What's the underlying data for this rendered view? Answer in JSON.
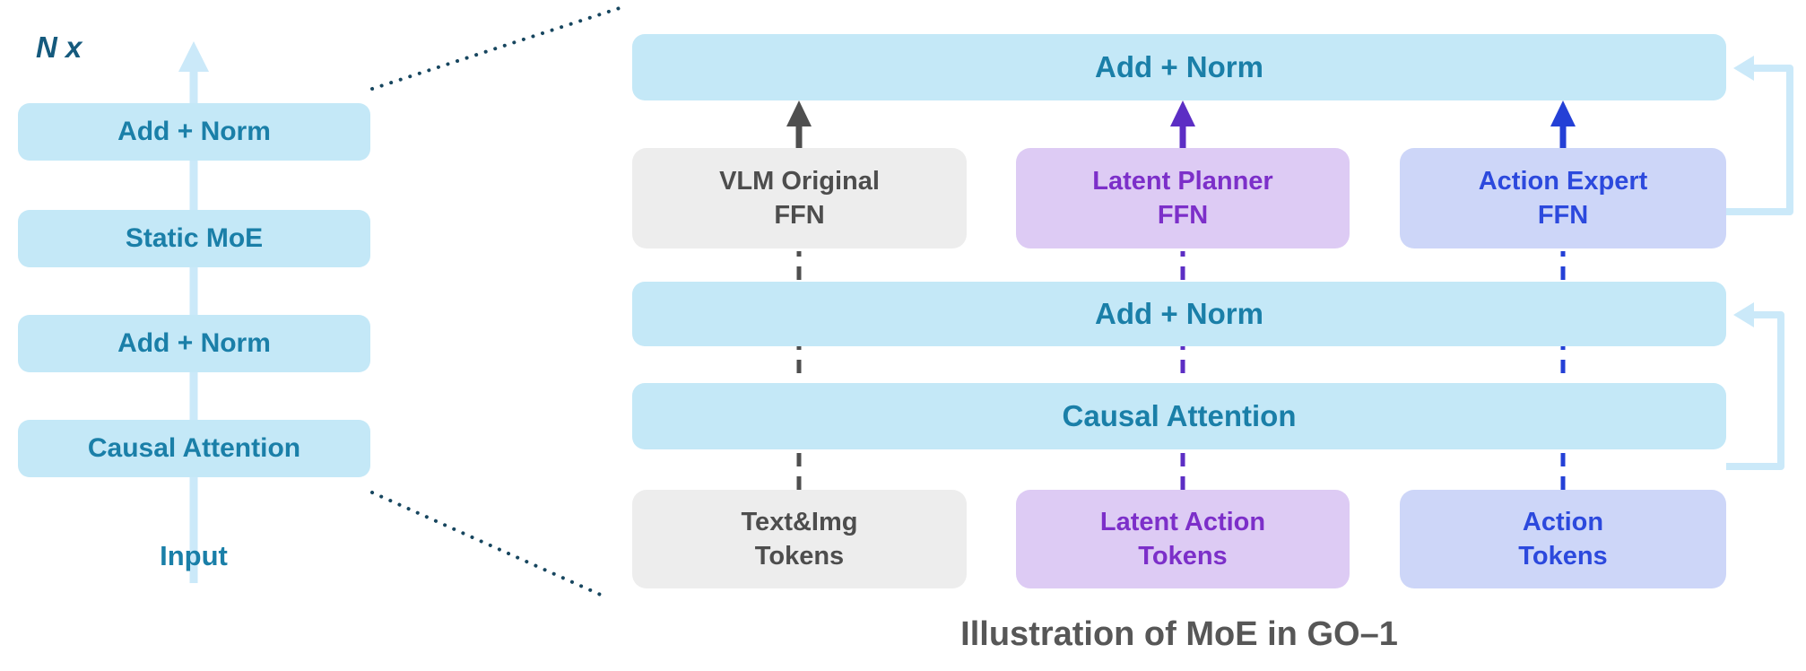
{
  "colors": {
    "light_blue_box": "#c4e8f7",
    "teal_text": "#1a7fa8",
    "gray_box": "#ededed",
    "gray_text": "#4d4d4d",
    "purple_box": "#ddcbf4",
    "purple_text": "#7c2fc9",
    "lavender_box": "#cdd6f8",
    "blue_text": "#2c49dd",
    "flow_arrow_blue": "#cbe9f9",
    "dotted_guide_navy": "#17465f",
    "arrow_gray": "#4f4f4f",
    "arrow_purple": "#5c2ec4",
    "arrow_blue": "#2440d6",
    "caption_gray": "#575757"
  },
  "left_stack": {
    "multiplier_label": "N x",
    "blocks": [
      {
        "label": "Add + Norm"
      },
      {
        "label": "Static MoE"
      },
      {
        "label": "Add + Norm"
      },
      {
        "label": "Causal Attention"
      }
    ],
    "input_label": "Input"
  },
  "detail_panel": {
    "add_norm_top": "Add + Norm",
    "experts": [
      {
        "label": "VLM Original\nFFN"
      },
      {
        "label": "Latent Planner\nFFN"
      },
      {
        "label": "Action Expert\nFFN"
      }
    ],
    "add_norm_mid": "Add + Norm",
    "causal_attention": "Causal Attention",
    "tokens": [
      {
        "label": "Text&Img\nTokens"
      },
      {
        "label": "Latent Action\nTokens"
      },
      {
        "label": "Action\nTokens"
      }
    ]
  },
  "caption": "Illustration of MoE in GO–1"
}
